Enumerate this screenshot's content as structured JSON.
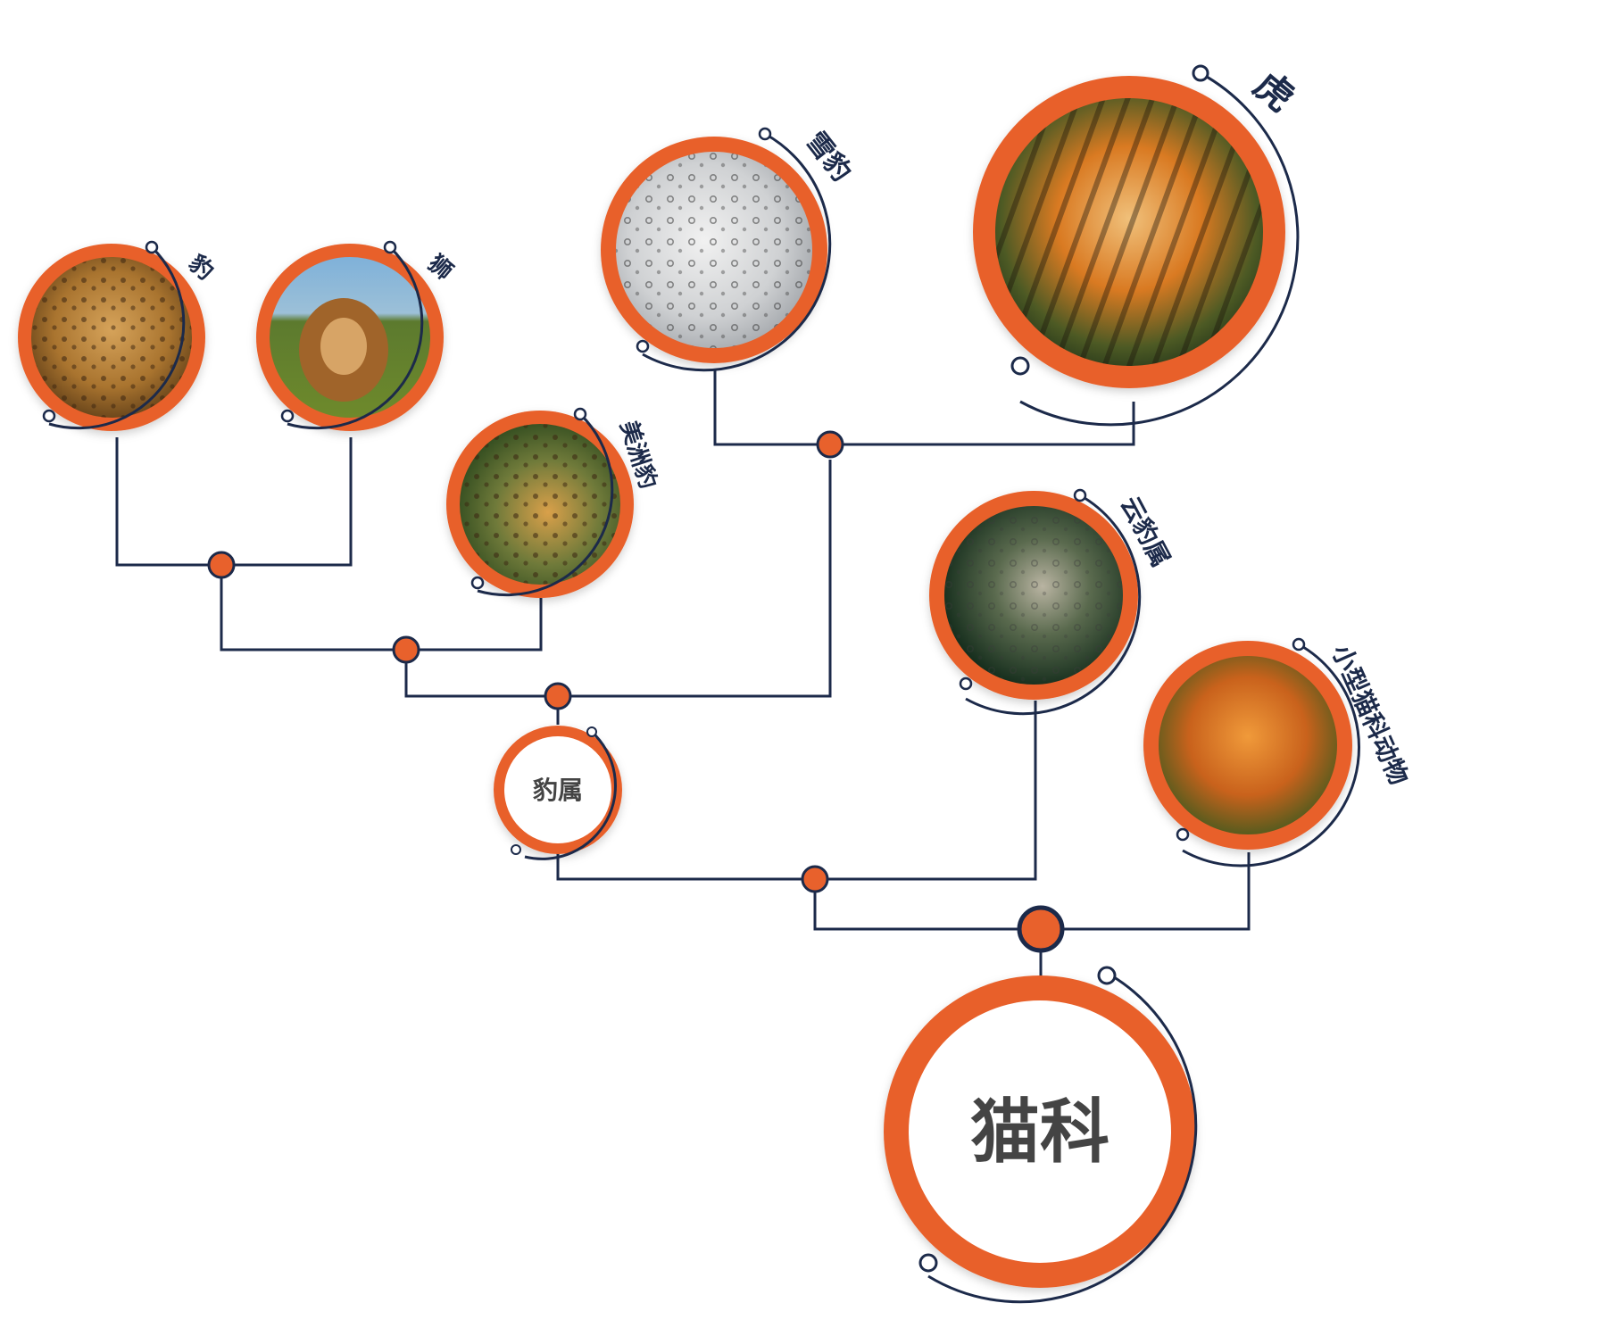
{
  "diagram": {
    "root": {
      "label": "猫科"
    },
    "genus": {
      "label": "豹属"
    },
    "species": [
      {
        "id": "leopard",
        "label": "豹"
      },
      {
        "id": "lion",
        "label": "狮"
      },
      {
        "id": "jaguar",
        "label": "美洲豹"
      },
      {
        "id": "snow-leopard",
        "label": "雪豹"
      },
      {
        "id": "tiger",
        "label": "虎"
      },
      {
        "id": "clouded-leopard",
        "label": "云豹属"
      },
      {
        "id": "small-cats",
        "label": "小型猫科动物"
      }
    ],
    "colors": {
      "accent": "#e8612c",
      "line": "#1c2a4a",
      "text": "#1c2a4a",
      "center_text": "#444444"
    }
  }
}
